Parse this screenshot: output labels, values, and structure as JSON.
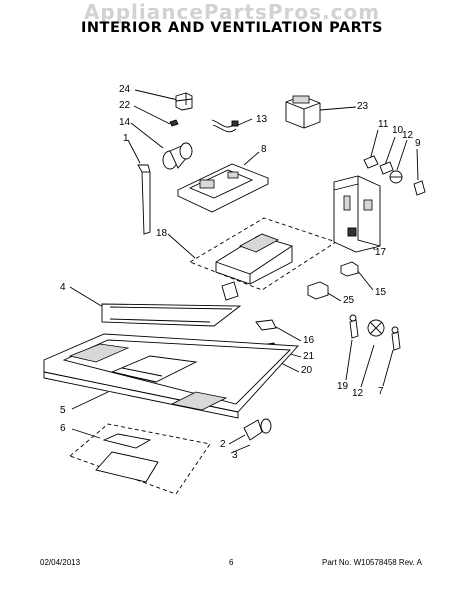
{
  "watermark": "AppliancePartsPros.com",
  "title": "INTERIOR AND VENTILATION PARTS",
  "footer": {
    "date": "02/04/2013",
    "page_number": "6",
    "part_number": "Part No.  W10578458  Rev.  A"
  },
  "callouts": [
    "24",
    "22",
    "14",
    "1",
    "13",
    "23",
    "8",
    "11",
    "10",
    "12",
    "9",
    "18",
    "17",
    "15",
    "4",
    "25",
    "16",
    "21",
    "20",
    "19",
    "12",
    "7",
    "5",
    "6",
    "2",
    "3"
  ]
}
